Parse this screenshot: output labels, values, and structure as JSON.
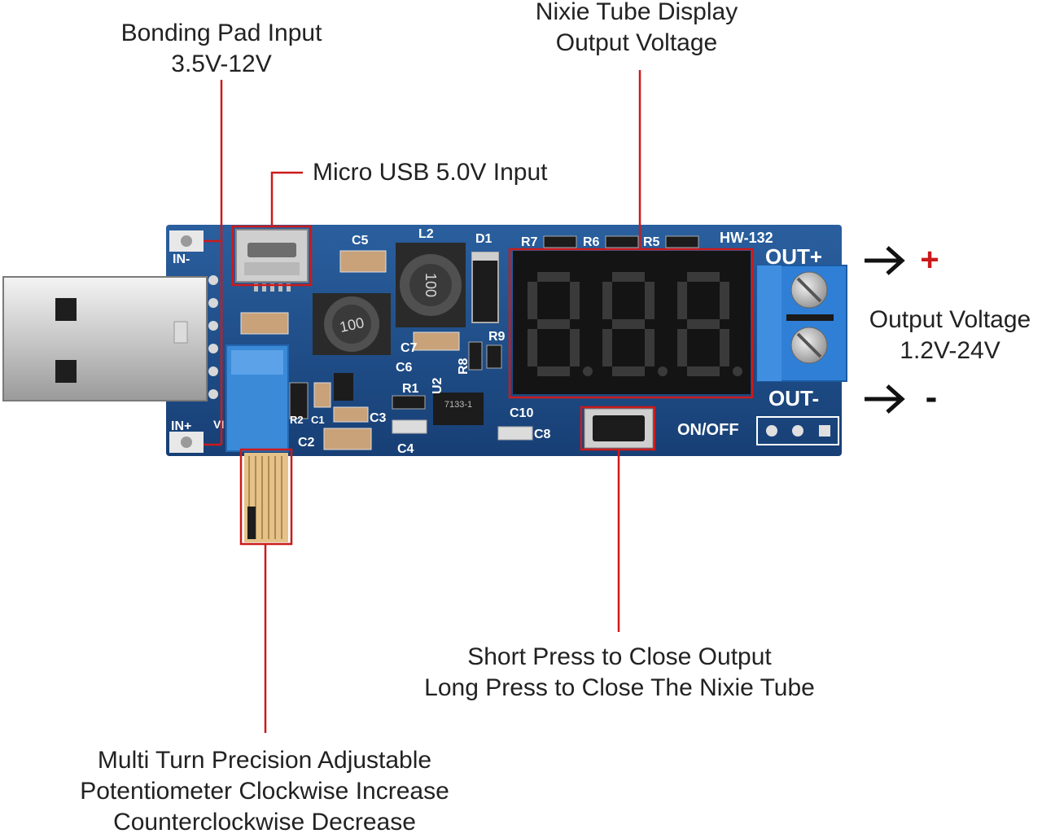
{
  "callouts": {
    "bonding_pad": {
      "line1": "Bonding Pad Input",
      "line2": "3.5V-12V"
    },
    "nixie": {
      "line1": "Nixie Tube Display",
      "line2": "Output Voltage"
    },
    "micro_usb": {
      "line1": "Micro USB 5.0V Input"
    },
    "output_voltage": {
      "line1": "Output Voltage",
      "line2": "1.2V-24V"
    },
    "switch": {
      "line1": "Short Press to Close Output",
      "line2": "Long Press to Close The Nixie Tube"
    },
    "potentiometer": {
      "line1": "Multi Turn Precision Adjustable",
      "line2": "Potentiometer Clockwise Increase",
      "line3": "Counterclockwise Decrease"
    }
  },
  "polarity": {
    "plus": "+",
    "minus": "-"
  },
  "board": {
    "model": "HW-132",
    "out_plus": "OUT+",
    "out_minus": "OUT-",
    "in_minus": "IN-",
    "in_plus": "IN+",
    "on_off": "ON/OFF",
    "vi": "VI",
    "inductor_code": "100",
    "ic_code": "7133-1",
    "designators": {
      "c5": "C5",
      "l2": "L2",
      "d1": "D1",
      "r7": "R7",
      "r6": "R6",
      "r5": "R5",
      "r9": "R9",
      "c7": "C7",
      "c6": "C6",
      "r8": "R8",
      "r1": "R1",
      "u2": "U2",
      "c10": "C10",
      "c8": "C8",
      "c4": "C4",
      "c3": "C3",
      "c2": "C2",
      "c1": "C1",
      "r2": "R2"
    }
  },
  "colors": {
    "annotation": "#cc1a1a",
    "pcb": "#1f4e8c",
    "terminal": "#2f7fd6",
    "potentiometer": "#3a8ad8",
    "display_segment": "#3a3a3a"
  }
}
